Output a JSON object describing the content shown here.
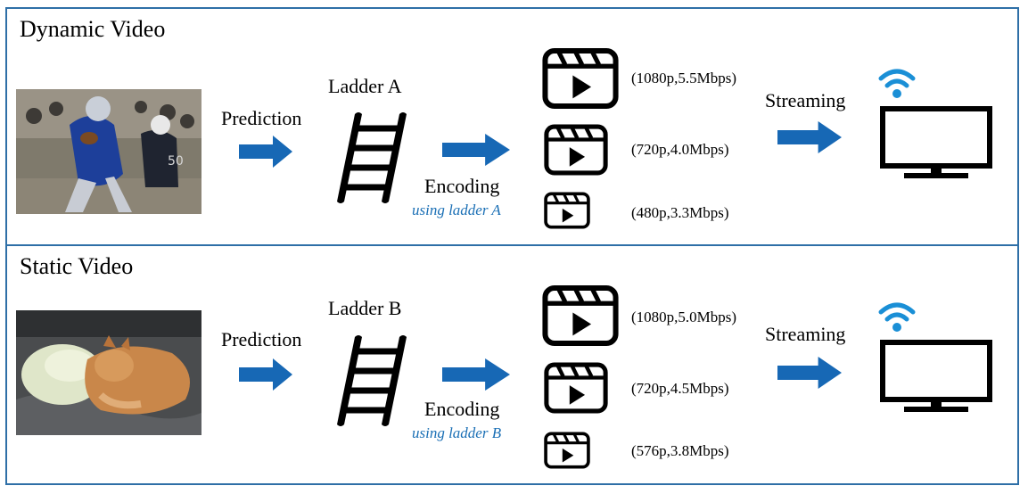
{
  "colors": {
    "arrow": "#1768b5",
    "wifi": "#1a8fd6",
    "border": "#2e6fa7",
    "subtitle": "#1a6fb5"
  },
  "rows": [
    {
      "title": "Dynamic Video",
      "photo_icon": "football-player-photo",
      "predict_label": "Prediction",
      "ladder_label": "Ladder A",
      "encode_label": "Encoding",
      "encode_sub": "using ladder A",
      "stream_label": "Streaming",
      "renditions": [
        "(1080p,5.5Mbps)",
        "(720p,4.0Mbps)",
        "(480p,3.3Mbps)"
      ]
    },
    {
      "title": "Static Video",
      "photo_icon": "sleeping-cat-photo",
      "predict_label": "Prediction",
      "ladder_label": "Ladder B",
      "encode_label": "Encoding",
      "encode_sub": "using ladder B",
      "stream_label": "Streaming",
      "renditions": [
        "(1080p,5.0Mbps)",
        "(720p,4.5Mbps)",
        "(576p,3.8Mbps)"
      ]
    }
  ]
}
